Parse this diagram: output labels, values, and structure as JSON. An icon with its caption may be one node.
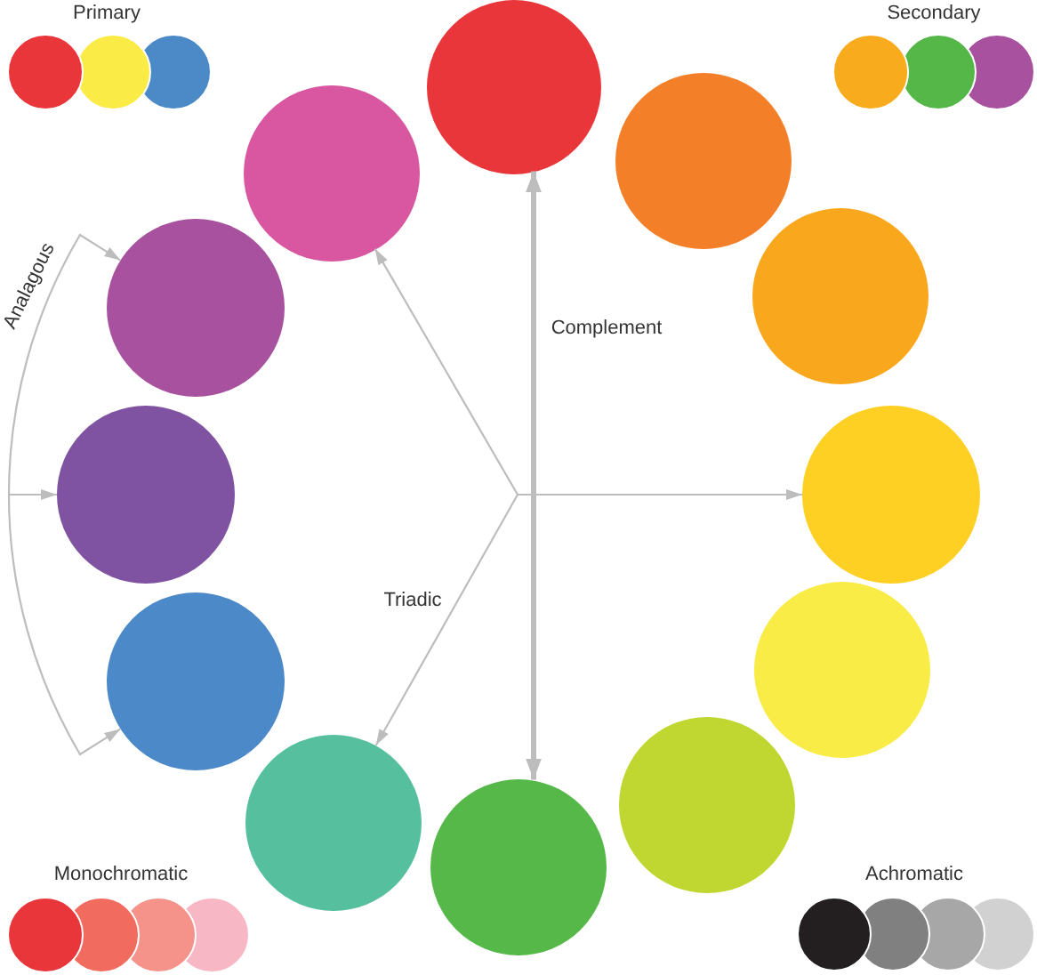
{
  "diagram": {
    "nodes": [
      {
        "text": [],
        "shape": "circle"
      },
      {
        "text": [],
        "shape": "circle"
      },
      {
        "text": [],
        "shape": "circle"
      },
      {
        "text": [],
        "shape": "circle"
      },
      {
        "text": [],
        "shape": "circle"
      },
      {
        "text": [],
        "shape": "circle"
      },
      {
        "text": [],
        "shape": "circle"
      },
      {
        "text": [],
        "shape": "circle"
      },
      {
        "text": [],
        "shape": "circle"
      },
      {
        "text": [],
        "shape": "circle"
      },
      {
        "text": [],
        "shape": "circle"
      },
      {
        "text": [],
        "shape": "circle"
      }
    ],
    "edges": [
      {
        "from": 0,
        "to": 6,
        "arrow": "both",
        "label": "Complement",
        "style": "thick"
      },
      {
        "from": null,
        "to": 11,
        "arrow": "to"
      },
      {
        "from": null,
        "to": 3,
        "arrow": "to"
      },
      {
        "from": null,
        "to": 7,
        "arrow": "to",
        "label": "Triadic"
      },
      {
        "from": null,
        "to": 10,
        "arrow": "to",
        "label": "Analagous"
      },
      {
        "from": null,
        "to": 9,
        "arrow": "to"
      },
      {
        "from": null,
        "to": 8,
        "arrow": "to"
      }
    ],
    "labels": [
      "Primary",
      "Secondary",
      "Monochromatic",
      "Achromatic"
    ]
  }
}
